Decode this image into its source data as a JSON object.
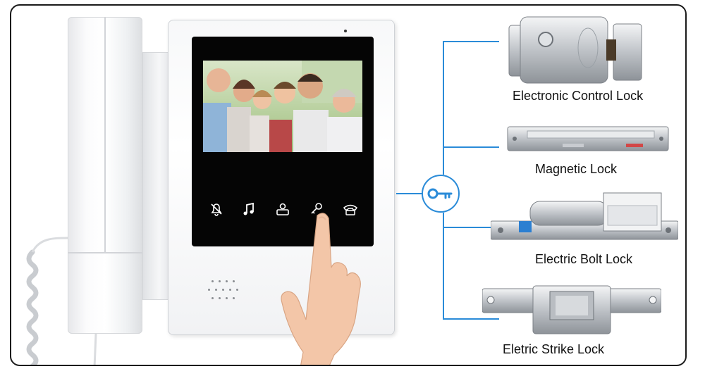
{
  "locks": [
    {
      "label": "Electronic Control Lock"
    },
    {
      "label": "Magnetic Lock"
    },
    {
      "label": "Electric Bolt Lock"
    },
    {
      "label": "Eletric Strike Lock"
    }
  ],
  "monitor": {
    "touch_buttons": [
      {
        "icon": "bell-mute-icon"
      },
      {
        "icon": "music-note-icon"
      },
      {
        "icon": "monitor-person-icon"
      },
      {
        "icon": "key-icon"
      },
      {
        "icon": "telephone-icon"
      }
    ]
  },
  "colors": {
    "accent": "#2a8bd8",
    "frame_border": "#1a1a1a",
    "screen": "#050505"
  }
}
